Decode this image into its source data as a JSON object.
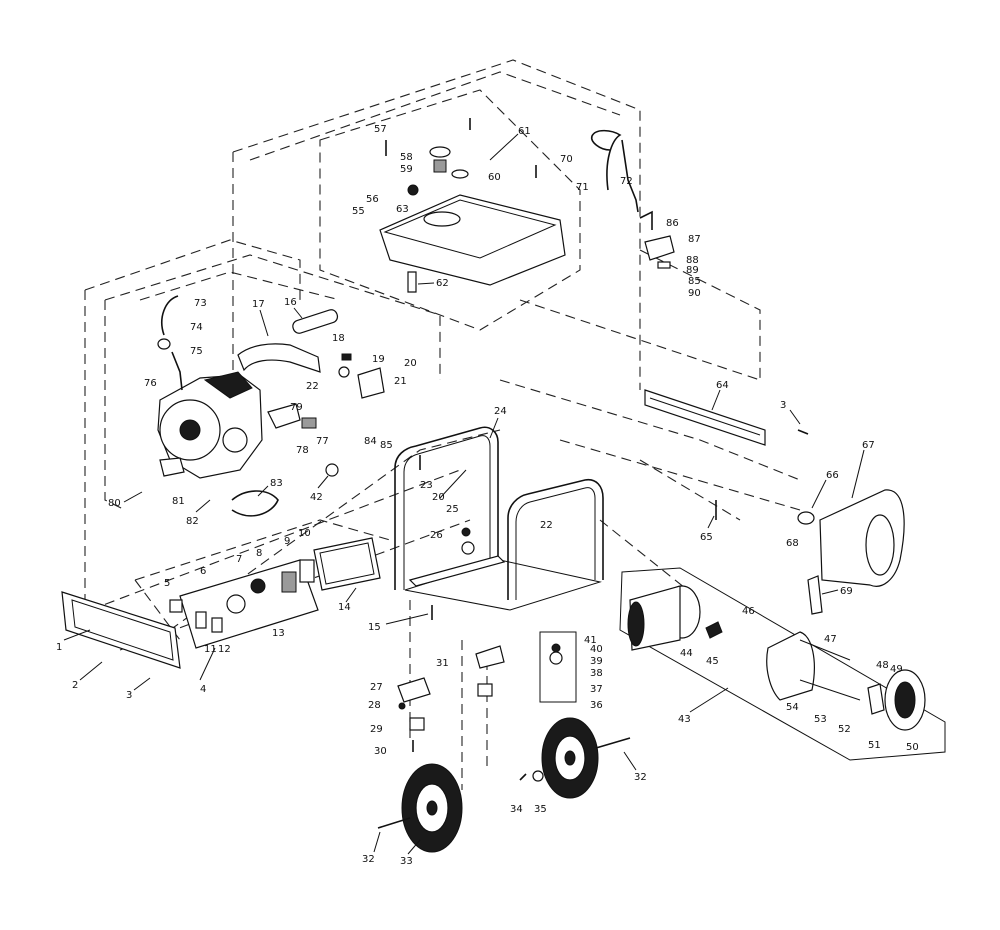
{
  "diagram": {
    "labels": [
      {
        "id": "l1",
        "text": "1"
      },
      {
        "id": "l2",
        "text": "2"
      },
      {
        "id": "l3a",
        "text": "3"
      },
      {
        "id": "l3b",
        "text": "3"
      },
      {
        "id": "l4",
        "text": "4"
      },
      {
        "id": "l5",
        "text": "5"
      },
      {
        "id": "l6",
        "text": "6"
      },
      {
        "id": "l7",
        "text": "7"
      },
      {
        "id": "l8",
        "text": "8"
      },
      {
        "id": "l9",
        "text": "9"
      },
      {
        "id": "l10",
        "text": "10"
      },
      {
        "id": "l11",
        "text": "11"
      },
      {
        "id": "l12",
        "text": "12"
      },
      {
        "id": "l13",
        "text": "13"
      },
      {
        "id": "l14",
        "text": "14"
      },
      {
        "id": "l15",
        "text": "15"
      },
      {
        "id": "l16",
        "text": "16"
      },
      {
        "id": "l17",
        "text": "17"
      },
      {
        "id": "l18",
        "text": "18"
      },
      {
        "id": "l19",
        "text": "19"
      },
      {
        "id": "l20a",
        "text": "20"
      },
      {
        "id": "l20b",
        "text": "20"
      },
      {
        "id": "l21",
        "text": "21"
      },
      {
        "id": "l22a",
        "text": "22"
      },
      {
        "id": "l22b",
        "text": "22"
      },
      {
        "id": "l23",
        "text": "23"
      },
      {
        "id": "l24",
        "text": "24"
      },
      {
        "id": "l25",
        "text": "25"
      },
      {
        "id": "l26",
        "text": "26"
      },
      {
        "id": "l27",
        "text": "27"
      },
      {
        "id": "l28",
        "text": "28"
      },
      {
        "id": "l29",
        "text": "29"
      },
      {
        "id": "l30",
        "text": "30"
      },
      {
        "id": "l31",
        "text": "31"
      },
      {
        "id": "l32a",
        "text": "32"
      },
      {
        "id": "l32b",
        "text": "32"
      },
      {
        "id": "l33",
        "text": "33"
      },
      {
        "id": "l34",
        "text": "34"
      },
      {
        "id": "l35",
        "text": "35"
      },
      {
        "id": "l36",
        "text": "36"
      },
      {
        "id": "l37",
        "text": "37"
      },
      {
        "id": "l38",
        "text": "38"
      },
      {
        "id": "l39",
        "text": "39"
      },
      {
        "id": "l40",
        "text": "40"
      },
      {
        "id": "l41",
        "text": "41"
      },
      {
        "id": "l42",
        "text": "42"
      },
      {
        "id": "l43",
        "text": "43"
      },
      {
        "id": "l44",
        "text": "44"
      },
      {
        "id": "l45",
        "text": "45"
      },
      {
        "id": "l46",
        "text": "46"
      },
      {
        "id": "l47",
        "text": "47"
      },
      {
        "id": "l48",
        "text": "48"
      },
      {
        "id": "l49",
        "text": "49"
      },
      {
        "id": "l50",
        "text": "50"
      },
      {
        "id": "l51",
        "text": "51"
      },
      {
        "id": "l52",
        "text": "52"
      },
      {
        "id": "l53",
        "text": "53"
      },
      {
        "id": "l54",
        "text": "54"
      },
      {
        "id": "l55",
        "text": "55"
      },
      {
        "id": "l56",
        "text": "56"
      },
      {
        "id": "l57",
        "text": "57"
      },
      {
        "id": "l58",
        "text": "58"
      },
      {
        "id": "l59",
        "text": "59"
      },
      {
        "id": "l60",
        "text": "60"
      },
      {
        "id": "l61",
        "text": "61"
      },
      {
        "id": "l62",
        "text": "62"
      },
      {
        "id": "l63",
        "text": "63"
      },
      {
        "id": "l64",
        "text": "64"
      },
      {
        "id": "l65",
        "text": "65"
      },
      {
        "id": "l66",
        "text": "66"
      },
      {
        "id": "l67",
        "text": "67"
      },
      {
        "id": "l68",
        "text": "68"
      },
      {
        "id": "l69",
        "text": "69"
      },
      {
        "id": "l70",
        "text": "70"
      },
      {
        "id": "l71",
        "text": "71"
      },
      {
        "id": "l72",
        "text": "72"
      },
      {
        "id": "l73",
        "text": "73"
      },
      {
        "id": "l74",
        "text": "74"
      },
      {
        "id": "l75",
        "text": "75"
      },
      {
        "id": "l76",
        "text": "76"
      },
      {
        "id": "l77",
        "text": "77"
      },
      {
        "id": "l78",
        "text": "78"
      },
      {
        "id": "l79",
        "text": "79"
      },
      {
        "id": "l80",
        "text": "80"
      },
      {
        "id": "l81",
        "text": "81"
      },
      {
        "id": "l82",
        "text": "82"
      },
      {
        "id": "l83",
        "text": "83"
      },
      {
        "id": "l84",
        "text": "84"
      },
      {
        "id": "l85a",
        "text": "85"
      },
      {
        "id": "l85b",
        "text": "85"
      },
      {
        "id": "l86",
        "text": "86"
      },
      {
        "id": "l87",
        "text": "87"
      },
      {
        "id": "l88",
        "text": "88"
      },
      {
        "id": "l89",
        "text": "89"
      },
      {
        "id": "l90",
        "text": "90"
      }
    ]
  }
}
